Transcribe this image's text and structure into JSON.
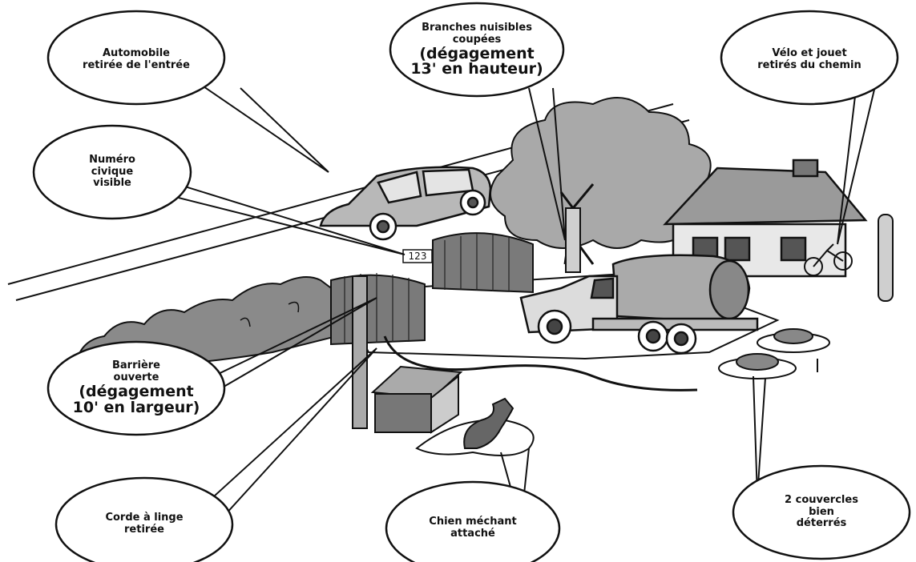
{
  "callouts": {
    "automobile": [
      "Automobile",
      "retirée de l'entrée"
    ],
    "branches_small": [
      "Branches nuisibles",
      "coupées"
    ],
    "branches_big": [
      "(dégagement",
      "13' en hauteur)"
    ],
    "velo": [
      "Vélo et jouet",
      "retirés du chemin"
    ],
    "numero": [
      "Numéro",
      "civique",
      "visible"
    ],
    "barriere_small": [
      "Barrière",
      "ouverte"
    ],
    "barriere_big": [
      "(dégagement",
      "10' en largeur)"
    ],
    "corde": [
      "Corde à linge",
      "retirée"
    ],
    "chien": [
      "Chien méchant",
      "attaché"
    ],
    "couvercles": [
      "2 couvercles",
      "bien",
      "déterrés"
    ]
  },
  "house_number": "123",
  "colors": {
    "ink": "#111111",
    "foliage": "#8a8a8a",
    "foliage_dark": "#5a5a5a",
    "paper": "#ffffff"
  }
}
